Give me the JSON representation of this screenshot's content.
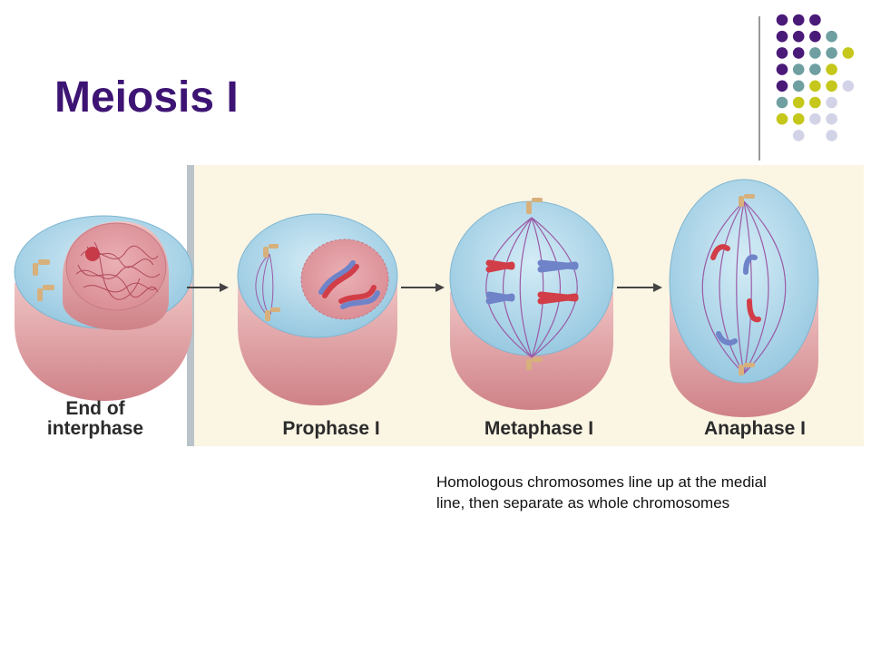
{
  "slide": {
    "title": "Meiosis I",
    "caption": "Homologous chromosomes line up at the medial line, then separate as whole chromosomes"
  },
  "figure": {
    "stages": [
      {
        "label_line1": "End of",
        "label_line2": "interphase"
      },
      {
        "label": "Prophase I"
      },
      {
        "label": "Metaphase I"
      },
      {
        "label": "Anaphase I"
      }
    ]
  },
  "colors": {
    "title": "#3d1473",
    "dot_purple": "#4a1a78",
    "dot_teal": "#6f9fa1",
    "dot_yellow": "#c5c71a",
    "dot_lavender": "#d3d3e8",
    "figure_background": "#fbf5e4",
    "cytoplasm": "#b8dcec",
    "cell_rim": "#e3a5a8",
    "chromosome_red": "#d23e48",
    "chromosome_blue": "#6f83c9",
    "spindle": "#9a5aa6",
    "centrosome": "#d7b07b"
  }
}
